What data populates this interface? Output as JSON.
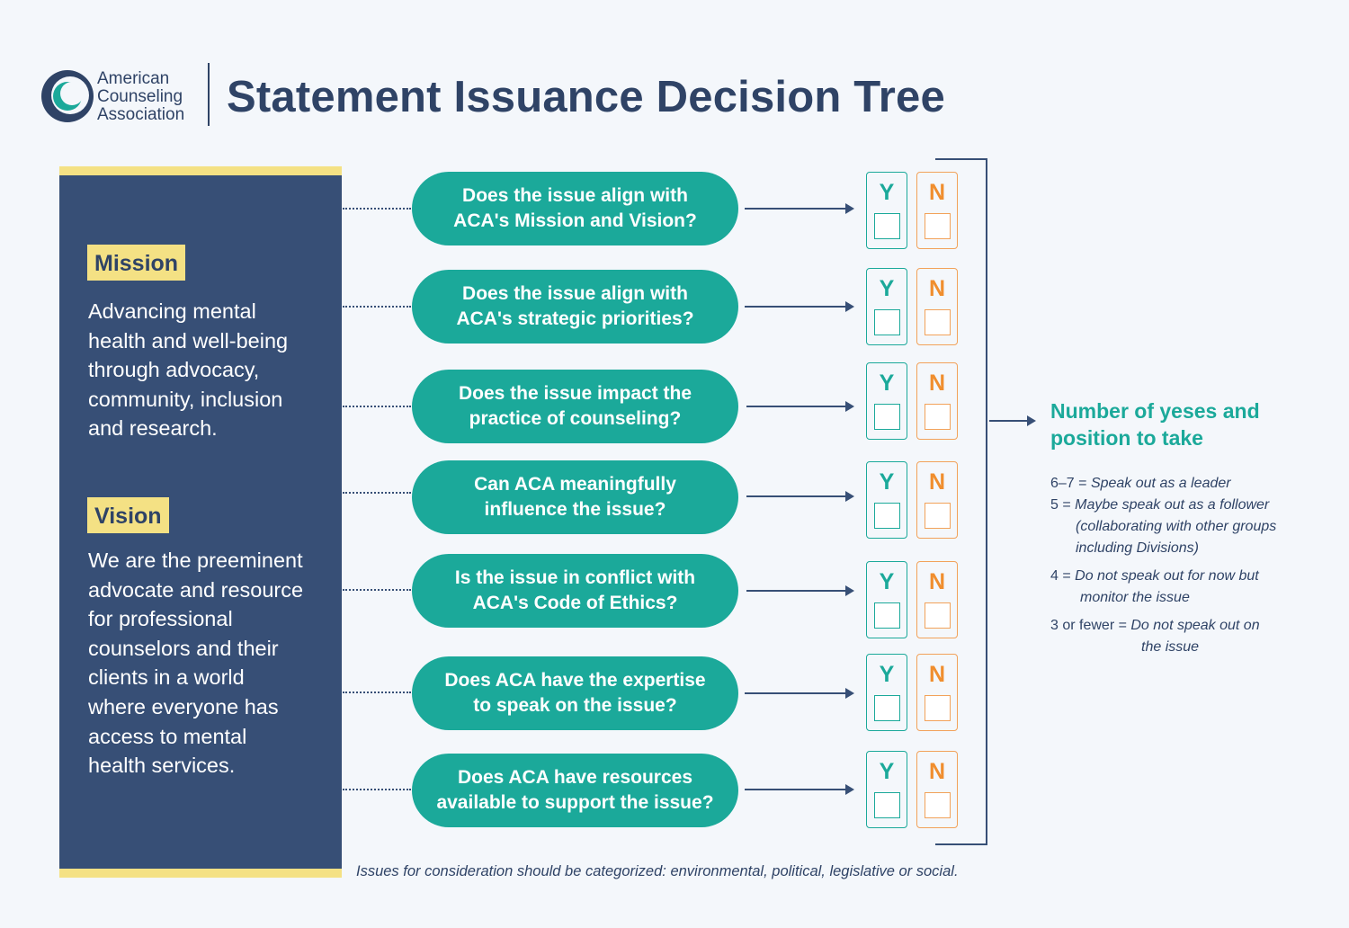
{
  "header": {
    "org_name_lines": [
      "American",
      "Counseling",
      "Association"
    ],
    "title": "Statement Issuance Decision Tree"
  },
  "panel": {
    "mission": {
      "label": "Mission",
      "lines": [
        "Advancing mental",
        "health and well-being",
        "through advocacy,",
        "community, inclusion",
        "and research."
      ]
    },
    "vision": {
      "label": "Vision",
      "lines": [
        "We are the preeminent",
        "advocate and resource",
        "for professional",
        "counselors and their",
        "clients in a world",
        "where everyone has",
        "access to mental",
        "health services."
      ]
    }
  },
  "questions": [
    {
      "lines": [
        "Does the issue align with",
        "ACA's Mission and Vision?"
      ],
      "yes": "Y",
      "no": "N"
    },
    {
      "lines": [
        "Does the issue align with",
        "ACA's strategic priorities?"
      ],
      "yes": "Y",
      "no": "N"
    },
    {
      "lines": [
        "Does the issue impact the",
        "practice of counseling?"
      ],
      "yes": "Y",
      "no": "N"
    },
    {
      "lines": [
        "Can ACA meaningfully",
        "influence the issue?"
      ],
      "yes": "Y",
      "no": "N"
    },
    {
      "lines": [
        "Is the issue in conflict with",
        "ACA's Code of Ethics?"
      ],
      "yes": "Y",
      "no": "N"
    },
    {
      "lines": [
        "Does ACA have the expertise",
        "to speak on the issue?"
      ],
      "yes": "Y",
      "no": "N"
    },
    {
      "lines": [
        "Does ACA have resources",
        "available to support the issue?"
      ],
      "yes": "Y",
      "no": "N"
    }
  ],
  "result": {
    "title_lines": [
      "Number of yeses and",
      "position to take"
    ],
    "rules": [
      {
        "key": "6–7 = ",
        "lines": [
          "Speak out as a leader"
        ]
      },
      {
        "key": "5 = ",
        "lines": [
          "Maybe speak out as a follower",
          "(collaborating with other groups",
          "including Divisions)"
        ]
      },
      {
        "key": "4 = ",
        "lines": [
          "Do not speak out for now but",
          "monitor the issue"
        ]
      },
      {
        "key": "3 or fewer = ",
        "lines": [
          "Do not speak out on",
          "the issue"
        ]
      }
    ]
  },
  "footnote": "Issues for consideration should be categorized: environmental, political, legislative or social.",
  "colors": {
    "navy": "#374f76",
    "text_navy": "#2f4366",
    "teal": "#1ba99a",
    "orange": "#f08e2e",
    "yellow": "#f4e184",
    "background": "#f4f7fb"
  }
}
